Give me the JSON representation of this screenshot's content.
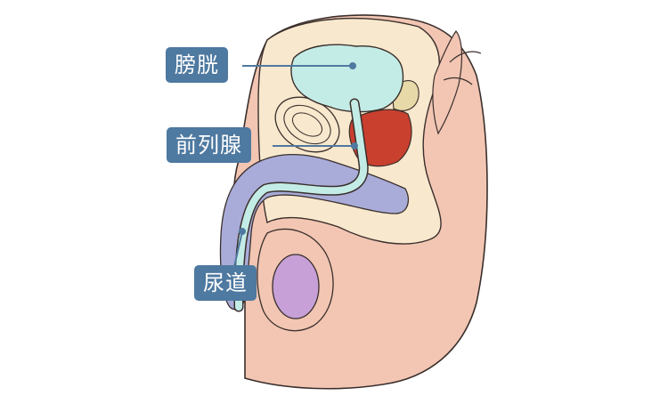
{
  "labels": {
    "bladder": "膀胱",
    "prostate": "前列腺",
    "urethra": "尿道"
  },
  "colors": {
    "skin": "#f2c6b3",
    "inner_tissue": "#f8e8cd",
    "bladder": "#c4ece6",
    "prostate": "#c9402f",
    "erectile_tissue": "#a9acd8",
    "testis": "#c6a0d6",
    "outline": "#3a2f2c",
    "label_bg": "#4e79a0",
    "label_text": "#ffffff",
    "leader_line": "#4e79a0"
  }
}
